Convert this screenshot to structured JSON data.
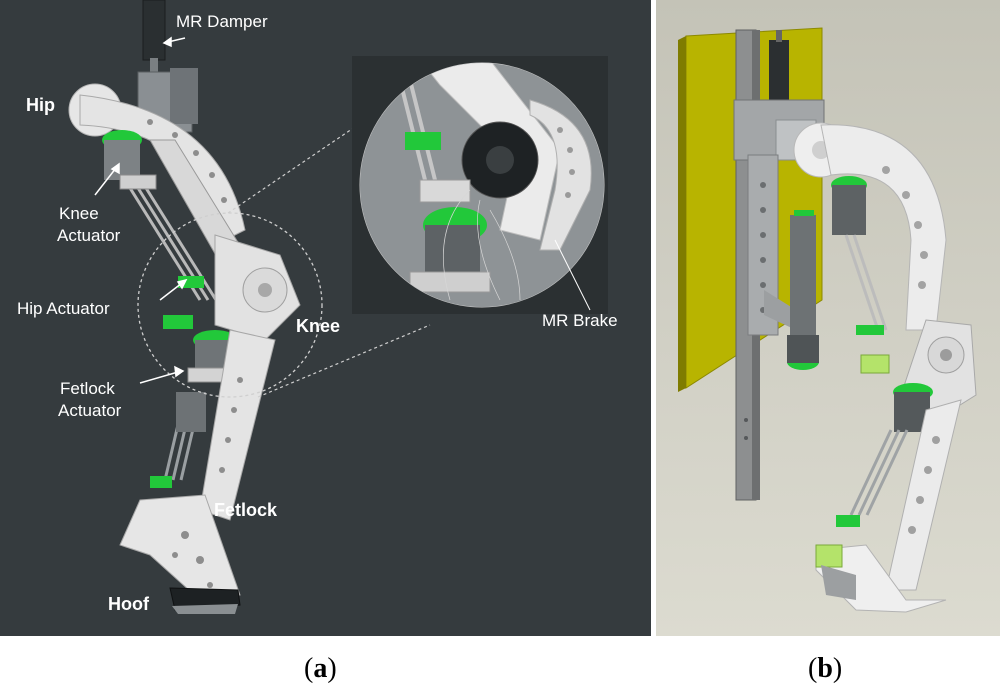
{
  "panel_a": {
    "labels": {
      "mr_damper": "MR Damper",
      "hip": "Hip",
      "knee_actuator_1": "Knee",
      "knee_actuator_2": "Actuator",
      "hip_actuator": "Hip Actuator",
      "fetlock_actuator_1": "Fetlock",
      "fetlock_actuator_2": "Actuator",
      "knee": "Knee",
      "fetlock": "Fetlock",
      "hoof": "Hoof",
      "mr_brake": "MR Brake"
    }
  },
  "captions": {
    "a_open": "(",
    "a_letter": "a",
    "a_close": ")",
    "b_open": "(",
    "b_letter": "b",
    "b_close": ")"
  },
  "colors": {
    "background_a": "#353b3e",
    "actuator_green": "#22c83a",
    "part_white": "#e8e8e8",
    "plate_yellow": "#b8b400"
  }
}
